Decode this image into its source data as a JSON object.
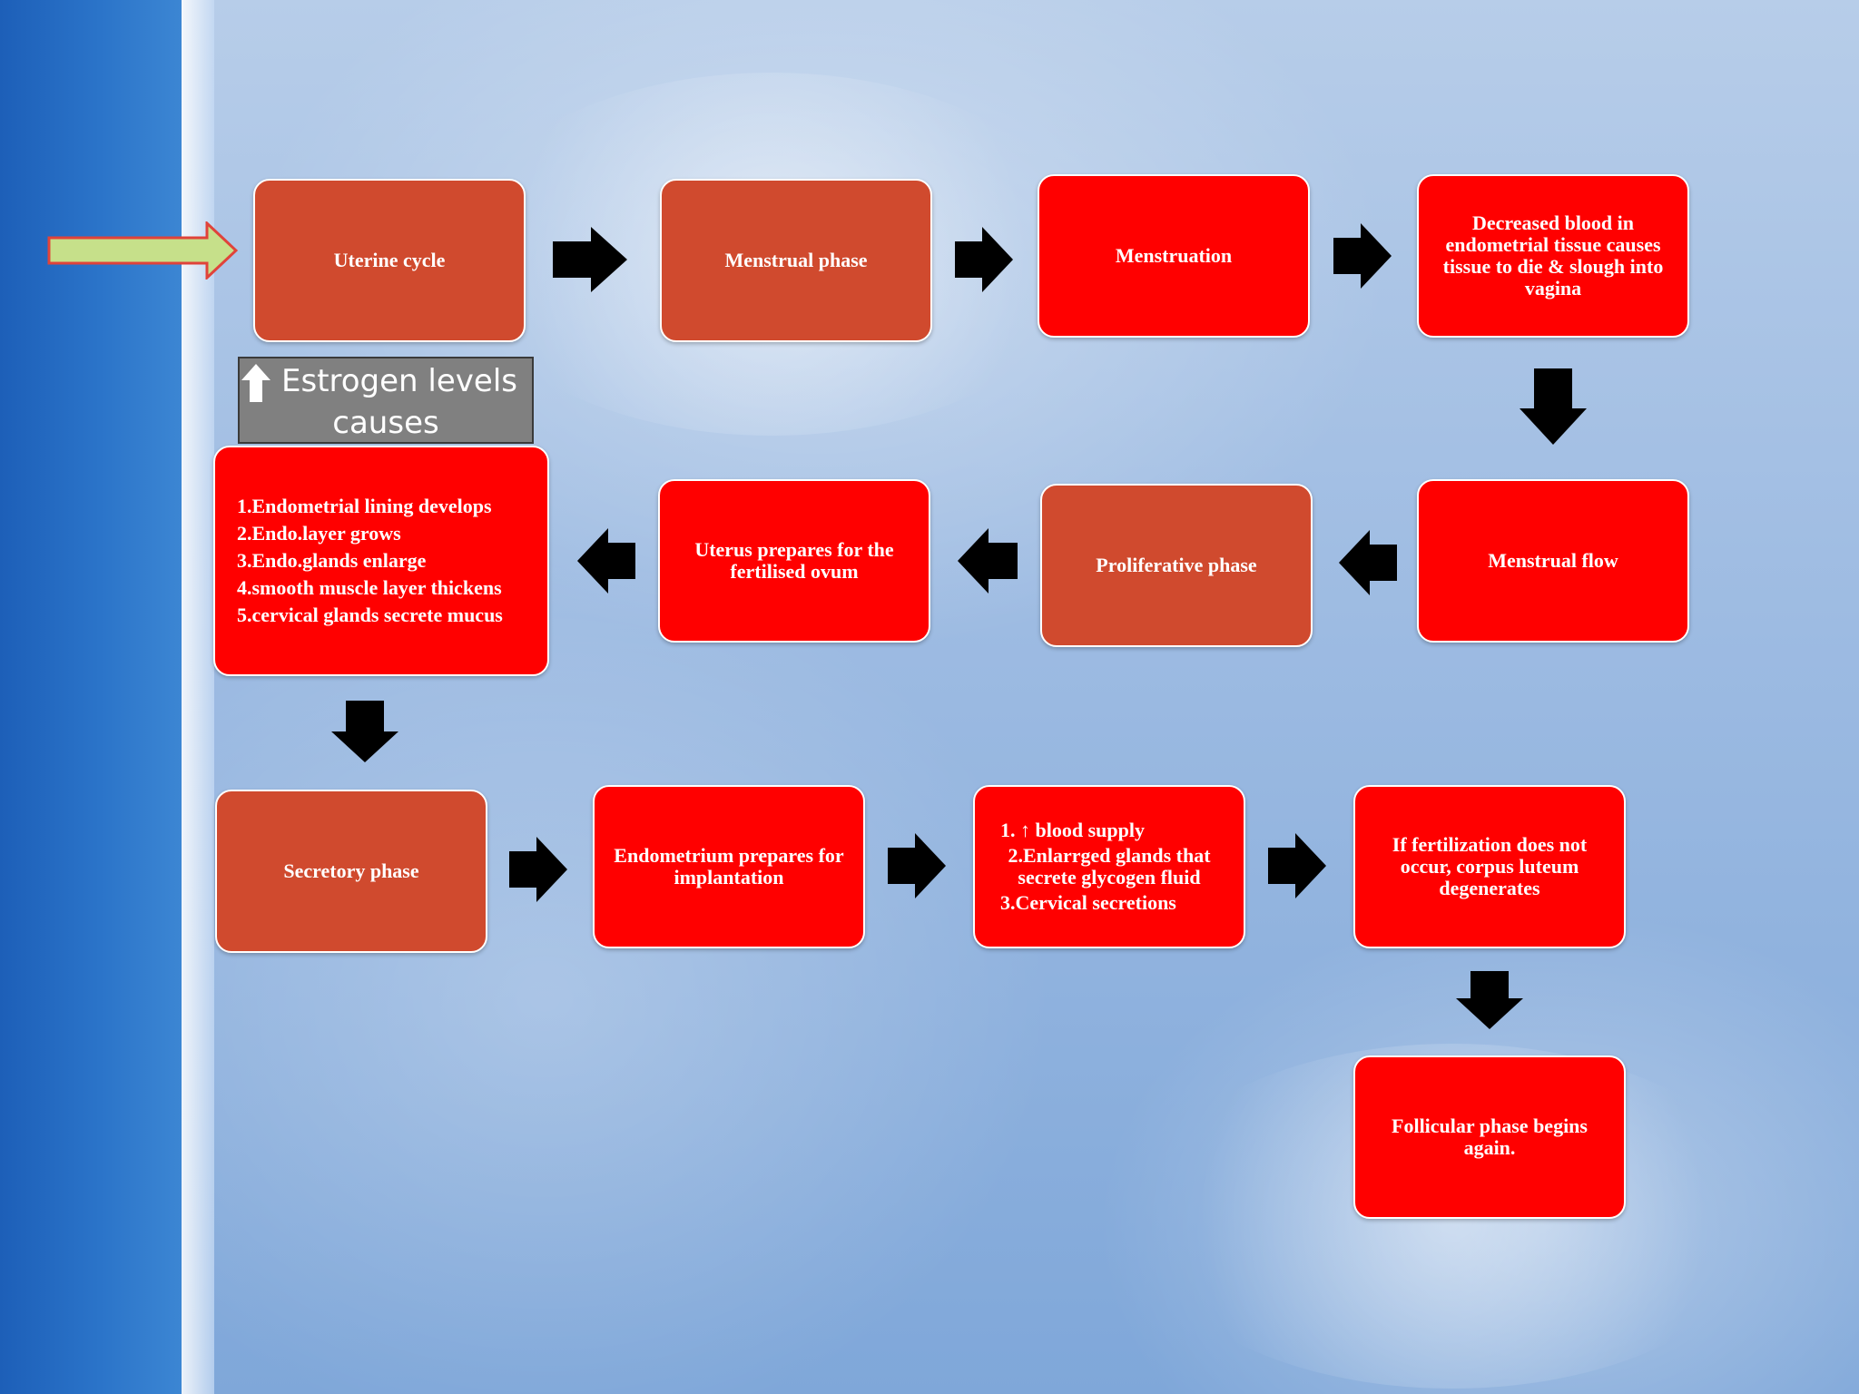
{
  "colors": {
    "red_box": "#ff0000",
    "brick_box": "#d04a2e",
    "arrow": "#000000",
    "start_arrow_fill": "#c6e08a",
    "start_arrow_border": "#e0433a",
    "callout_bg": "#808080"
  },
  "row1": {
    "uterine_cycle": "Uterine cycle",
    "menstrual_phase": "Menstrual phase",
    "menstruation": "Menstruation",
    "decreased_blood": "Decreased blood in endometrial tissue causes tissue to die & slough into vagina"
  },
  "callout": {
    "line1": "Estrogen levels",
    "line2": "causes",
    "icon": "up-arrow-icon"
  },
  "row2": {
    "estrogen_effects": [
      "1.Endometrial lining develops",
      "2.Endo.layer grows",
      "3.Endo.glands enlarge",
      "4.smooth  muscle layer thickens",
      "5.cervical glands secrete mucus"
    ],
    "uterus_prepares": "Uterus prepares for the fertilised ovum",
    "proliferative_phase": "Proliferative phase",
    "menstrual_flow": "Menstrual flow"
  },
  "row3": {
    "secretory_phase": "Secretory phase",
    "endometrium_prepares": "Endometrium prepares for implantation",
    "secretory_effects": [
      "1. ↑ blood supply",
      "2.Enlarrged glands that secrete glycogen fluid",
      "3.Cervical secretions"
    ],
    "no_fertilization": "If fertilization does not occur, corpus luteum degenerates"
  },
  "row4": {
    "follicular_phase": "Follicular phase begins again."
  }
}
